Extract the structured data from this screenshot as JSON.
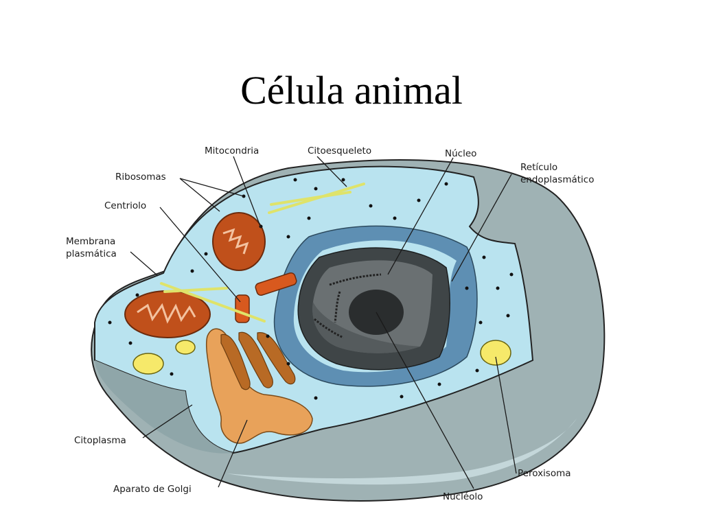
{
  "title": "Célula animal",
  "labels": {
    "mitocondria": "Mitocondria",
    "citoesqueleto": "Citoesqueleto",
    "nucleo": "Núcleo",
    "reticulo_1": "Retículo",
    "reticulo_2": "endoplasmático",
    "ribosomas": "Ribosomas",
    "centriolo": "Centriolo",
    "membrana_1": "Membrana",
    "membrana_2": "plasmática",
    "citoplasma": "Citoplasma",
    "aparato_golgi": "Aparato de Golgi",
    "nucleolo": "Nucléolo",
    "peroxisoma": "Peroxisoma"
  },
  "colors": {
    "cytoplasm": "#b9e3ef",
    "cell_shell": "#9fb2b4",
    "nucleus_dark": "#3f4547",
    "er_blue": "#5e8fb3",
    "mitochondria": "#c0501b",
    "golgi": "#e8a25a",
    "peroxisome": "#f6e96a",
    "cytoskeleton": "#dfe36a"
  }
}
